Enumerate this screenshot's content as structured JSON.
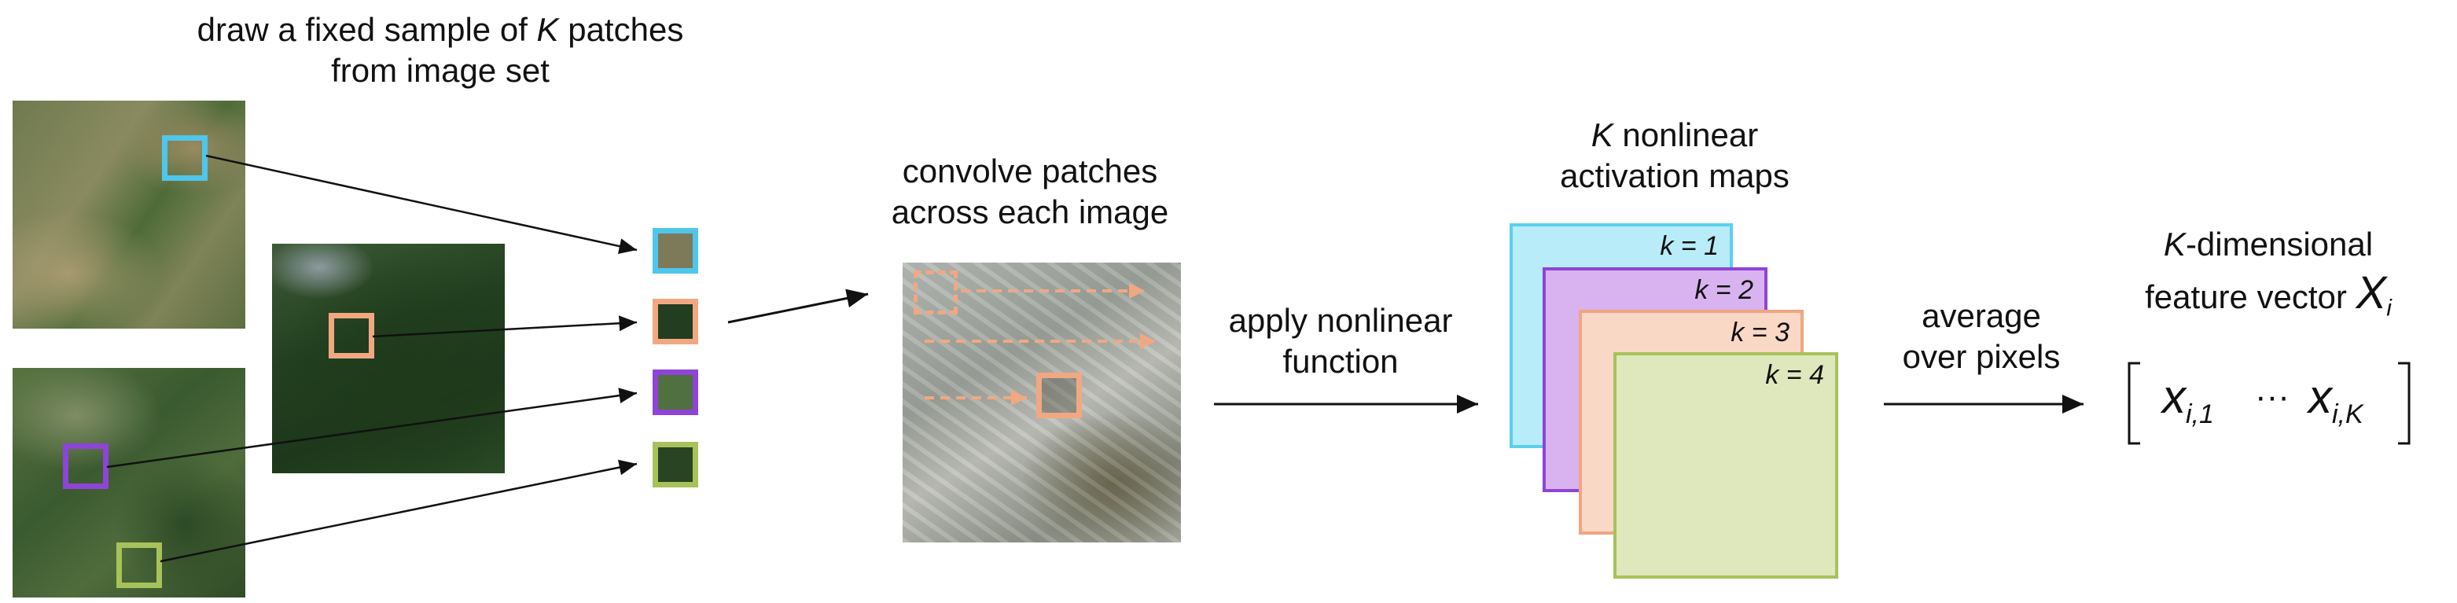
{
  "steps": {
    "sample": {
      "pre": "draw a fixed sample of ",
      "k": "K",
      "post": " patches",
      "line2": "from image set"
    },
    "convolve": {
      "line1": "convolve patches",
      "line2": "across each image"
    },
    "apply": {
      "line1": "apply nonlinear",
      "line2": "function"
    },
    "maps": {
      "k": "K",
      "post": " nonlinear",
      "line2": "activation maps"
    },
    "average": {
      "line1": "average",
      "line2": "over pixels"
    },
    "feature": {
      "k": "K",
      "post": "-dimensional",
      "line2": "feature vector ",
      "var": "X",
      "sub": "i"
    }
  },
  "activation_maps": [
    {
      "label": "k = 1",
      "fill": "#b8ecf8",
      "stroke": "#5ad0ee"
    },
    {
      "label": "k = 2",
      "fill": "#d9b3ef",
      "stroke": "#8e44d6"
    },
    {
      "label": "k = 3",
      "fill": "#f9d8c6",
      "stroke": "#f0a582"
    },
    {
      "label": "k = 4",
      "fill": "#dfe8bd",
      "stroke": "#a7c25b"
    }
  ],
  "vector": {
    "first": "x",
    "first_sub": "i,1",
    "ellipsis": "···",
    "last": "x",
    "last_sub": "i,K"
  },
  "patch_colors": {
    "cyan": "#4fc6ea",
    "peach": "#f1a882",
    "purple": "#8e44d6",
    "green": "#a7c25b"
  }
}
